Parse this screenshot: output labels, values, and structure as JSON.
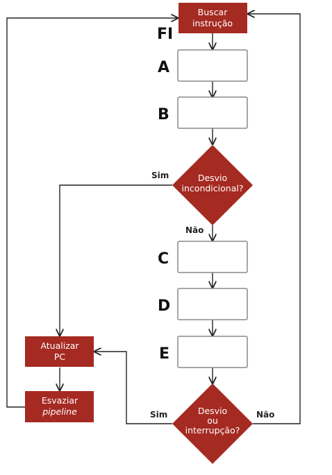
{
  "colors": {
    "node_fill": "#a52a22",
    "box_stroke": "#888888",
    "line": "#222222",
    "text_on_node": "#ffffff"
  },
  "nodes": {
    "fetch": {
      "line1": "Buscar",
      "line2": "instrução"
    },
    "branch": {
      "line1": "Desvio",
      "line2": "incondicional?"
    },
    "update_pc": {
      "line1": "Atualizar",
      "line2": "PC"
    },
    "flush": {
      "line1": "Esvaziar",
      "line2": "pipeline"
    },
    "branch_interrupt": {
      "line1": "Desvio",
      "line2": "ou",
      "line3": "interrupção?"
    }
  },
  "stages": [
    "FI",
    "A",
    "B",
    "C",
    "D",
    "E"
  ],
  "edges": {
    "branch_yes": "Sim",
    "branch_no": "Não",
    "interrupt_yes": "Sim",
    "interrupt_no": "Não"
  }
}
